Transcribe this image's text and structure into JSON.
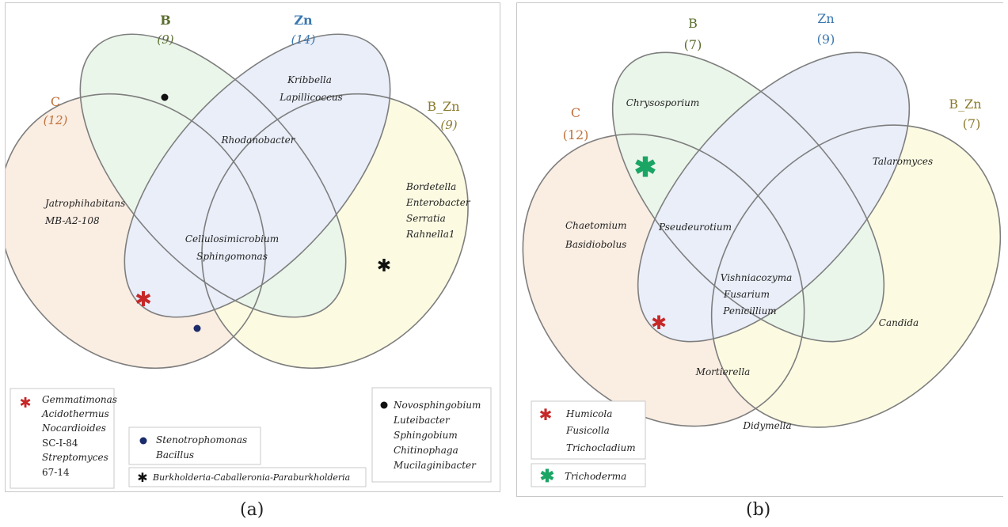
{
  "colors": {
    "C": "#f7dcc7",
    "B": "#d9eed8",
    "Zn": "#d4dff5",
    "B_Zn": "#fbf8c7",
    "label_C": "#c0703a",
    "label_B": "#5a6e2e",
    "label_Zn": "#3b78b0",
    "label_BZn": "#8a7a2c",
    "outline": "#7e7e7e",
    "red_asterisk": "#c62828",
    "green_symbol": "#1aa564",
    "navy_dot": "#1b2c6b"
  },
  "panel_a": {
    "sets": {
      "B": {
        "name": "B",
        "count": "(9)"
      },
      "Zn": {
        "name": "Zn",
        "count": "(14)"
      },
      "C": {
        "name": "C",
        "count": "(12)"
      },
      "B_Zn": {
        "name": "B_Zn",
        "count": "(9)"
      }
    },
    "regions": {
      "zn_only": [
        "Kribbella",
        "Lapillicoccus"
      ],
      "b_zn_overlap": [
        "Rhodanobacter"
      ],
      "bzn_only": [
        "Bordetella",
        "Enterobacter",
        "Serratia",
        "Rahnella1"
      ],
      "c_only": [
        "Jatrophihabitans",
        "MB-A2-108"
      ],
      "center": [
        "Cellulosimicrobium",
        "Sphingomonas"
      ]
    },
    "legend_red": [
      {
        "text": "Gemmatimonas",
        "italic": true
      },
      {
        "text": "Acidothermus",
        "italic": true
      },
      {
        "text": "Nocardioides",
        "italic": true
      },
      {
        "text": "SC-I-84",
        "italic": false
      },
      {
        "text": "Streptomyces",
        "italic": true
      },
      {
        "text": "67-14",
        "italic": false
      }
    ],
    "legend_dot_blue": [
      "Stenotrophomonas",
      "Bacillus"
    ],
    "legend_asterisk_black": "Burkholderia-Caballeronia-Paraburkholderia",
    "legend_dot_black": [
      "Novosphingobium",
      "Luteibacter",
      "Sphingobium",
      "Chitinophaga",
      "Mucilaginibacter"
    ],
    "caption": "(a)"
  },
  "panel_b": {
    "sets": {
      "B": {
        "name": "B",
        "count": "(7)"
      },
      "Zn": {
        "name": "Zn",
        "count": "(9)"
      },
      "C": {
        "name": "C",
        "count": "(12)"
      },
      "B_Zn": {
        "name": "B_Zn",
        "count": "(7)"
      }
    },
    "regions": {
      "b_only": [
        "Chrysosporium"
      ],
      "bzn_zn": [
        "Talaromyces"
      ],
      "c_only": [
        "Chaetomium",
        "Basidiobolus"
      ],
      "c_b_zn": [
        "Pseudeurotium"
      ],
      "center": [
        "Vishniacozyma",
        "Fusarium",
        "Penicillium"
      ],
      "bzn_b": [
        "Candida"
      ],
      "c_bzn_b": [
        "Mortierella"
      ],
      "c_bzn": [
        "Didymella"
      ]
    },
    "legend_red": [
      "Humicola",
      "Fusicolla",
      "Trichocladium"
    ],
    "legend_green": "Trichoderma",
    "caption": "(b)"
  }
}
